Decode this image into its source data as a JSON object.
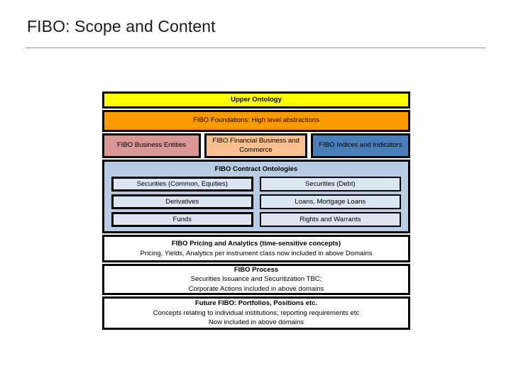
{
  "slide": {
    "title": "FIBO: Scope and Content"
  },
  "colors": {
    "upper_ontology": "#ffff00",
    "foundations": "#ff9900",
    "business_entities": "#d99694",
    "financial_business": "#fac090",
    "indices_indicators": "#4a7ebb",
    "contract_panel": "#b8cce4",
    "contract_box": "#dce6f2",
    "note_box": "#ffffff",
    "border": "#000000",
    "title_rule": "#8d9aa6"
  },
  "diagram": {
    "upper_ontology": "Upper Ontology",
    "foundations": "FIBO Foundations: High level abstractions",
    "domains": [
      {
        "label": "FIBO Business Entities"
      },
      {
        "label": "FIBO Financial Business and Commerce"
      },
      {
        "label": "FIBO Indices and Indicators"
      }
    ],
    "contracts": {
      "title": "FIBO Contract Ontologies",
      "left_column": [
        "Securities (Common, Equities)",
        "Derivatives",
        "Funds"
      ],
      "right_column": [
        "Securities (Debt)",
        "Loans, Mortgage Loans",
        "Rights and Warrants"
      ]
    },
    "notes": [
      {
        "head": "FIBO Pricing and Analytics (time-sensitive concepts)",
        "lines": [
          "Pricing, Yields, Analytics per instrument class now included in above Domains"
        ]
      },
      {
        "head": "FIBO Process",
        "lines": [
          "Securities Issuance and Securitization TBC;",
          "Corporate Actions included in above domains"
        ]
      },
      {
        "head": "Future FIBO: Portfolios, Positions etc.",
        "lines": [
          "Concepts relating to individual institutions, reporting requirements etc",
          "Now included in above domains"
        ]
      }
    ]
  }
}
